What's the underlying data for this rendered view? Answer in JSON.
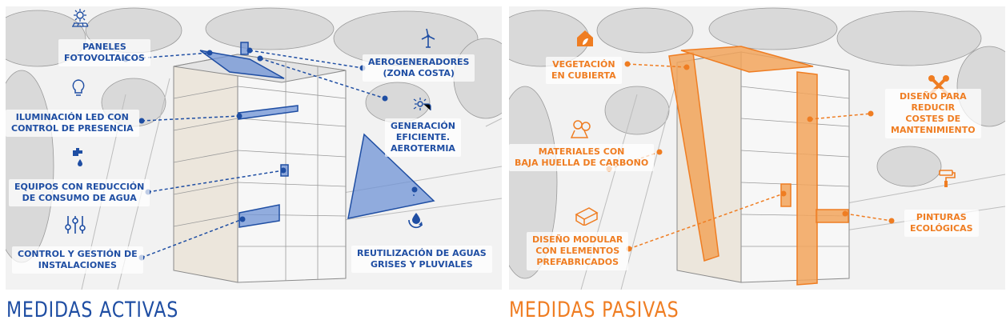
{
  "colors": {
    "active": "#1f4ea3",
    "active_fill": "#6f93d6",
    "passive": "#ef7d22",
    "passive_fill": "#f2a55c"
  },
  "active": {
    "heading": "MEDIDAS ACTIVAS",
    "labels": {
      "paneles": [
        "PANELES",
        "FOTOVOLTAICOS"
      ],
      "led": [
        "ILUMINACIÓN LED CON",
        "CONTROL DE PRESENCIA"
      ],
      "agua": [
        "EQUIPOS CON REDUCCIÓN",
        "DE CONSUMO DE AGUA"
      ],
      "control": [
        "CONTROL Y GESTIÓN DE",
        "INSTALACIONES"
      ],
      "aero": [
        "AEROGENERADORES",
        "(ZONA COSTA)"
      ],
      "generacion": [
        "GENERACIÓN",
        "EFICIENTE.",
        "AEROTERMIA"
      ],
      "reutilizacion": [
        "REUTILIZACIÓN DE AGUAS",
        "GRISES Y PLUVIALES"
      ]
    },
    "icons": [
      "sun-panel-icon",
      "bulb-icon",
      "faucet-icon",
      "sliders-icon",
      "wind-turbine-icon",
      "heat-pump-icon",
      "water-recycle-icon"
    ]
  },
  "passive": {
    "heading": "MEDIDAS PASIVAS",
    "labels": {
      "vegetacion": [
        "VEGETACIÓN",
        "EN CUBIERTA"
      ],
      "materiales": [
        "MATERIALES CON",
        "BAJA HUELLA DE CARBONO"
      ],
      "modular": [
        "DISEÑO MODULAR",
        "CON ELEMENTOS",
        "PREFABRICADOS"
      ],
      "mantenimiento": [
        "DISEÑO PARA",
        "REDUCIR",
        "COSTES DE",
        "MANTENIMIENTO"
      ],
      "pinturas": [
        "PINTURAS",
        "ECOLÓGICAS"
      ]
    },
    "icons": [
      "house-leaf-icon",
      "materials-icon",
      "modular-icon",
      "tools-icon",
      "paint-roller-icon"
    ]
  }
}
